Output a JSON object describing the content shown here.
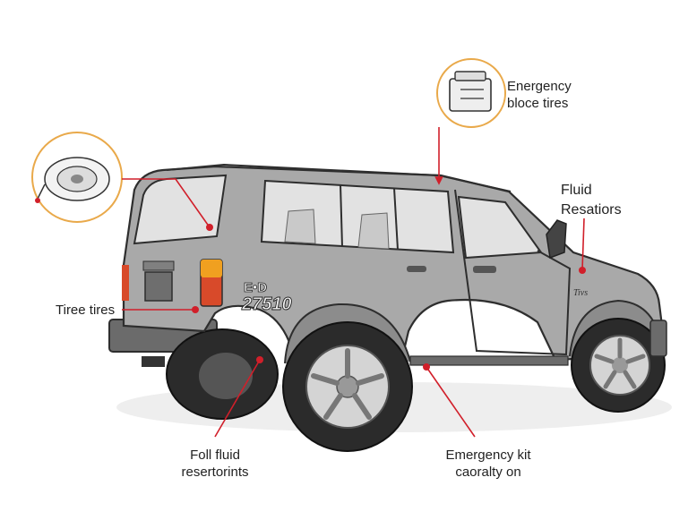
{
  "labels": {
    "emergency_blocks": [
      "Energency",
      "bloce tires"
    ],
    "fluid_reservoirs": [
      "Fluid",
      "Resatiors"
    ],
    "tire": "Tiree tires",
    "fluid_under": [
      "Foll fluid",
      "resertorints"
    ],
    "emergency_kit": [
      "Emergency kit",
      "caoralty on"
    ]
  },
  "vehicle": {
    "badge_top": "E•D",
    "badge_bottom": "27510",
    "side_script": "Tivs"
  },
  "colors": {
    "body": "#a9a9a9",
    "body_dark": "#8c8c8c",
    "glass": "#e2e2e2",
    "tire": "#2b2b2b",
    "rim": "#d4d4d4",
    "leader": "#d11f2a",
    "callout_ring": "#e9a94a"
  },
  "icons": {
    "left_callout": "spare-wheel-icon",
    "top_callout": "emergency-kit-box-icon"
  }
}
